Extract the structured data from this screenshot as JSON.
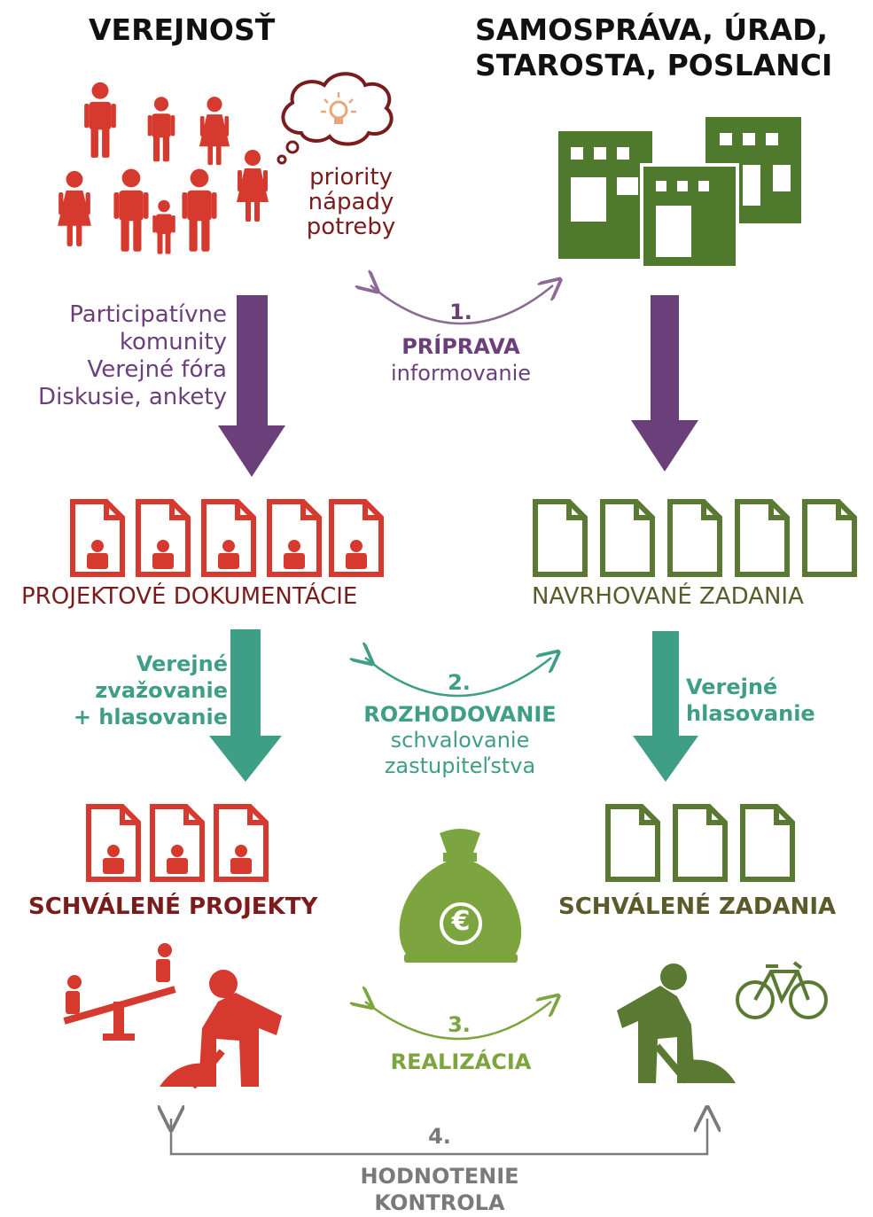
{
  "left_header": "VEREJNOSŤ",
  "right_header": [
    "SAMOSPRÁVA, ÚRAD,",
    "STAROSTA, POSLANCI"
  ],
  "thought": [
    "priority",
    "nápady",
    "potreby"
  ],
  "left_channels": [
    "Participatívne",
    "komunity",
    "Verejné fóra",
    "Diskusie, ankety"
  ],
  "step1": {
    "number": "1.",
    "lines": [
      "PRÍPRAVA",
      "informovanie"
    ]
  },
  "projektove_label": "PROJEKTOVÉ  DOKUMENTÁCIE",
  "navrhovane_label": "NAVRHOVANÉ ZADANIA",
  "left_vote": [
    "Verejné",
    "zvažovanie",
    "+ hlasovanie"
  ],
  "right_vote": [
    "Verejné",
    "hlasovanie"
  ],
  "step2": {
    "number": "2.",
    "lines": [
      "ROZHODOVANIE",
      "schvalovanie",
      "zastupiteľstva"
    ]
  },
  "schvalene_projekty": "SCHVÁLENÉ PROJEKTY",
  "schvalene_zadania": "SCHVÁLENÉ ZADANIA",
  "money_symbol": "€",
  "step3": {
    "number": "3.",
    "lines": [
      "REALIZÁCIA"
    ]
  },
  "step4": {
    "number": "4.",
    "lines": [
      "HODNOTENIE",
      "KONTROLA"
    ]
  },
  "colors": {
    "red": "#d6392e",
    "green": "#5a7a33",
    "purple": "#6b3f7a",
    "teal": "#3f9e86",
    "lime": "#7da53f",
    "grey": "#7a7a7a"
  },
  "icons": [
    "people-icon",
    "lightbulb-thought-icon",
    "buildings-icon",
    "document-person-icon",
    "document-icon",
    "money-bag-icon",
    "seesaw-icon",
    "worker-digging-icon",
    "bicycle-icon"
  ]
}
